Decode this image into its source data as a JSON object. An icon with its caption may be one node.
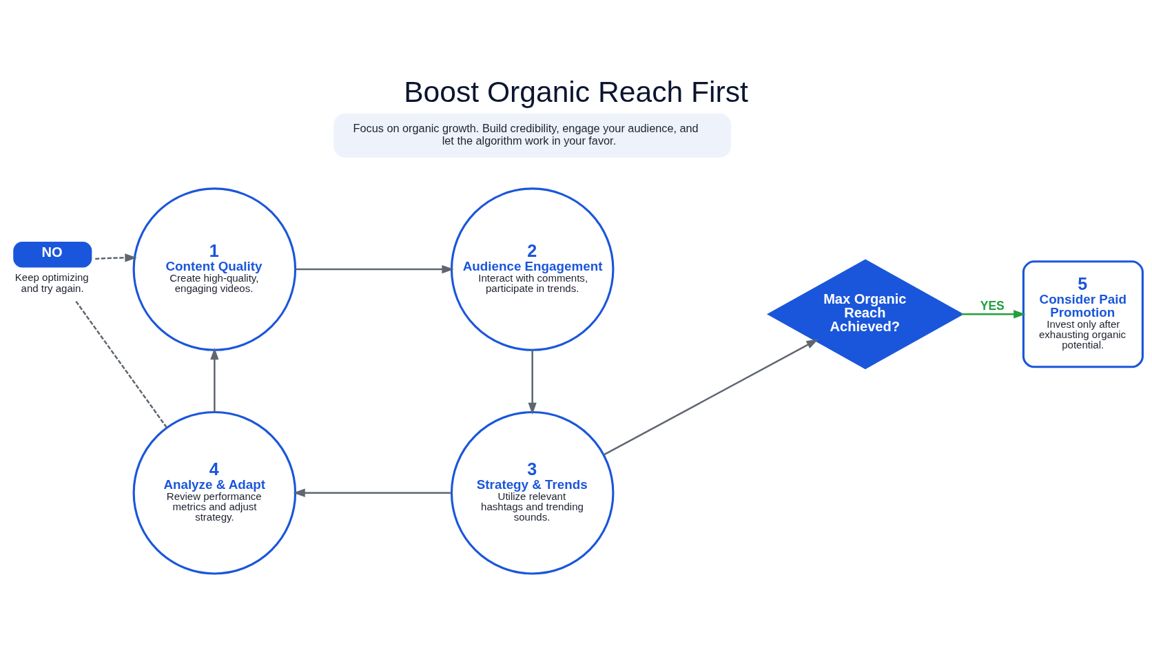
{
  "diagram": {
    "title": "Boost Organic Reach First",
    "nodes": [
      {
        "text": [
          "1",
          "Content Quality",
          "Create high-quality, engaging videos."
        ]
      },
      {
        "text": [
          "2",
          "Audience Engagement",
          "Interact with comments, participate in trends."
        ]
      },
      {
        "text": [
          "3",
          "Strategy & Trends",
          "Utilize relevant hashtags and trending sounds."
        ]
      },
      {
        "text": [
          "4",
          "Analyze & Adapt",
          "Review performance metrics and adjust strategy."
        ]
      },
      {
        "text": [
          "Max Organic Reach Achieved?"
        ]
      },
      {
        "text": [
          "5",
          "Consider Paid Promotion",
          "Invest only after exhausting organic potential."
        ]
      },
      {
        "text": [
          "NO"
        ],
        "beside": [
          "Keep optimizing and try again."
        ]
      },
      {
        "text": [
          "Focus on organic growth. Build credibility, engage your audience, and let the algorithm work in your favor."
        ]
      }
    ],
    "edges": [
      {
        "from": 0,
        "to": 1,
        "arrow": "to"
      },
      {
        "from": 1,
        "to": 2,
        "arrow": "to"
      },
      {
        "from": 2,
        "to": 4,
        "arrow": "to"
      },
      {
        "from": 2,
        "to": 3,
        "arrow": "to"
      },
      {
        "from": 3,
        "to": 0,
        "arrow": "to"
      },
      {
        "from": 3,
        "to": 6,
        "arrow": "none",
        "style": "dashed"
      },
      {
        "from": 6,
        "to": 0,
        "arrow": "to",
        "style": "dashed"
      },
      {
        "from": 4,
        "to": 5,
        "arrow": "to",
        "label": "YES",
        "color": "#22a03c"
      }
    ]
  }
}
